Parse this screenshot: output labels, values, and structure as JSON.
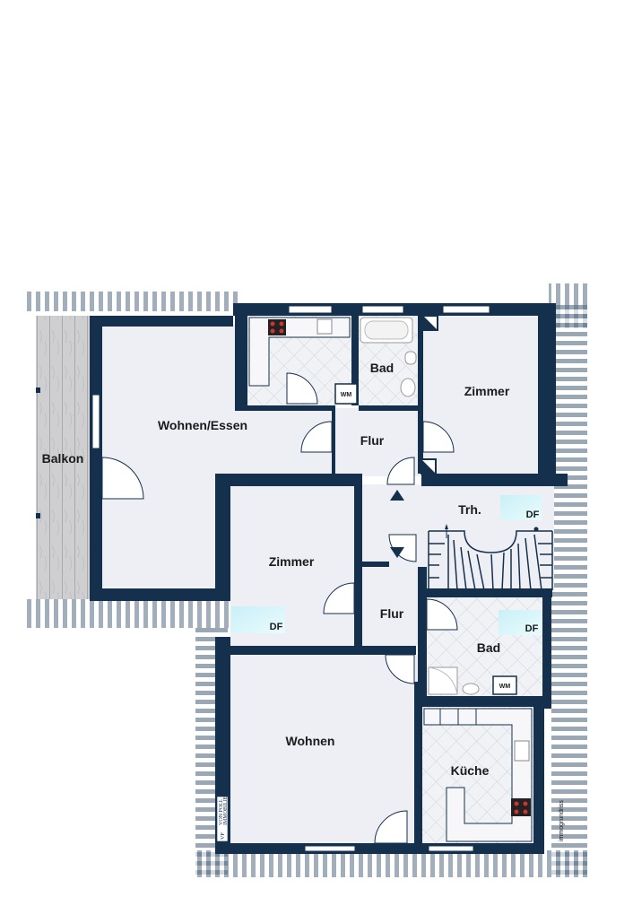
{
  "rooms": {
    "balkon": "Balkon",
    "wohnen_essen": "Wohnen/Essen",
    "bad_top": "Bad",
    "zimmer_top": "Zimmer",
    "flur_top": "Flur",
    "treppenhaus": "Trh.",
    "zimmer_mid": "Zimmer",
    "flur_mid": "Flur",
    "bad_mid": "Bad",
    "wohnen": "Wohnen",
    "kueche": "Küche"
  },
  "markers": {
    "df": "DF",
    "wm": "WM"
  },
  "branding": {
    "logo_initials": "VP",
    "logo_name": "VON POLL",
    "logo_sub": "IMMOBILIEN",
    "credit": "immogrundriss"
  },
  "colors": {
    "wall": "#14304d",
    "floor": "#eeeff4",
    "tile": "#d8dbe2",
    "balcony_wood": "#c9c9cc"
  }
}
